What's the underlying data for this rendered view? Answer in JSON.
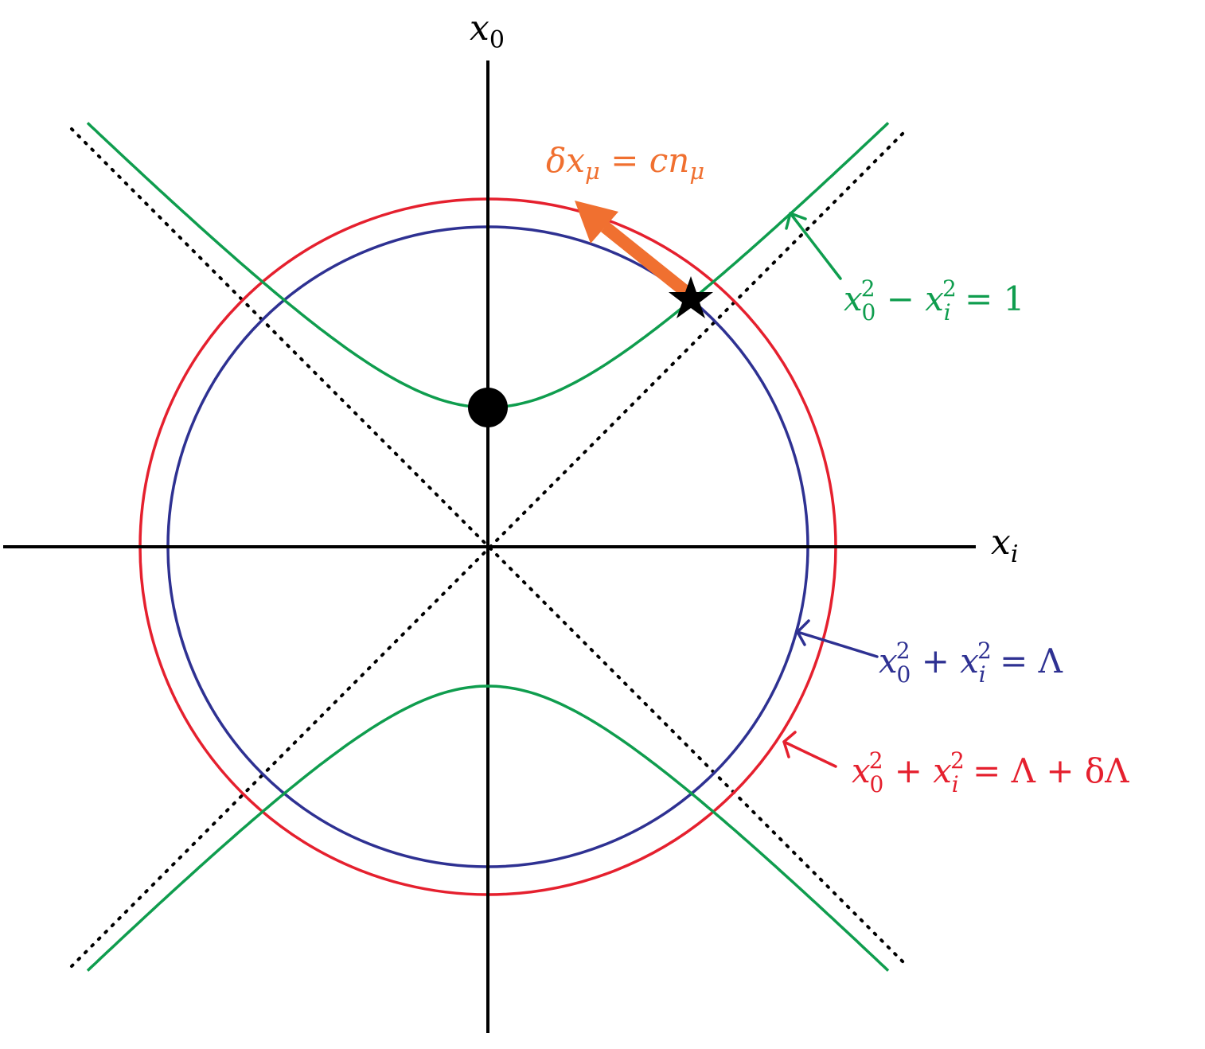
{
  "axes": {
    "vertical_label": {
      "base": "x",
      "sub": "0"
    },
    "horizontal_label": {
      "base": "x",
      "sub": "i"
    }
  },
  "curves": {
    "hyperbola": {
      "color": "#0f9d4e",
      "label": {
        "t1": "x",
        "s1": "0",
        "p1": "2",
        "op1": " − ",
        "t2": "x",
        "s2": "i",
        "p2": "2",
        "op2": " = ",
        "rhs": "1"
      }
    },
    "inner_circle": {
      "color": "#2e3192",
      "label": {
        "t1": "x",
        "s1": "0",
        "p1": "2",
        "op1": " + ",
        "t2": "x",
        "s2": "i",
        "p2": "2",
        "op2": " = ",
        "rhs": "Λ"
      }
    },
    "outer_circle": {
      "color": "#e5202e",
      "label": {
        "t1": "x",
        "s1": "0",
        "p1": "2",
        "op1": " + ",
        "t2": "x",
        "s2": "i",
        "p2": "2",
        "op2": " = ",
        "rhs": "Λ + δΛ"
      }
    },
    "light_cone": {
      "color": "#000000"
    }
  },
  "displacement": {
    "color": "#f07030",
    "label": {
      "a": "δx",
      "a_sub": "μ",
      "eq": " = ",
      "b": "cn",
      "b_sub": "μ"
    }
  },
  "markers": {
    "dot": "filled-circle",
    "star": "star"
  }
}
